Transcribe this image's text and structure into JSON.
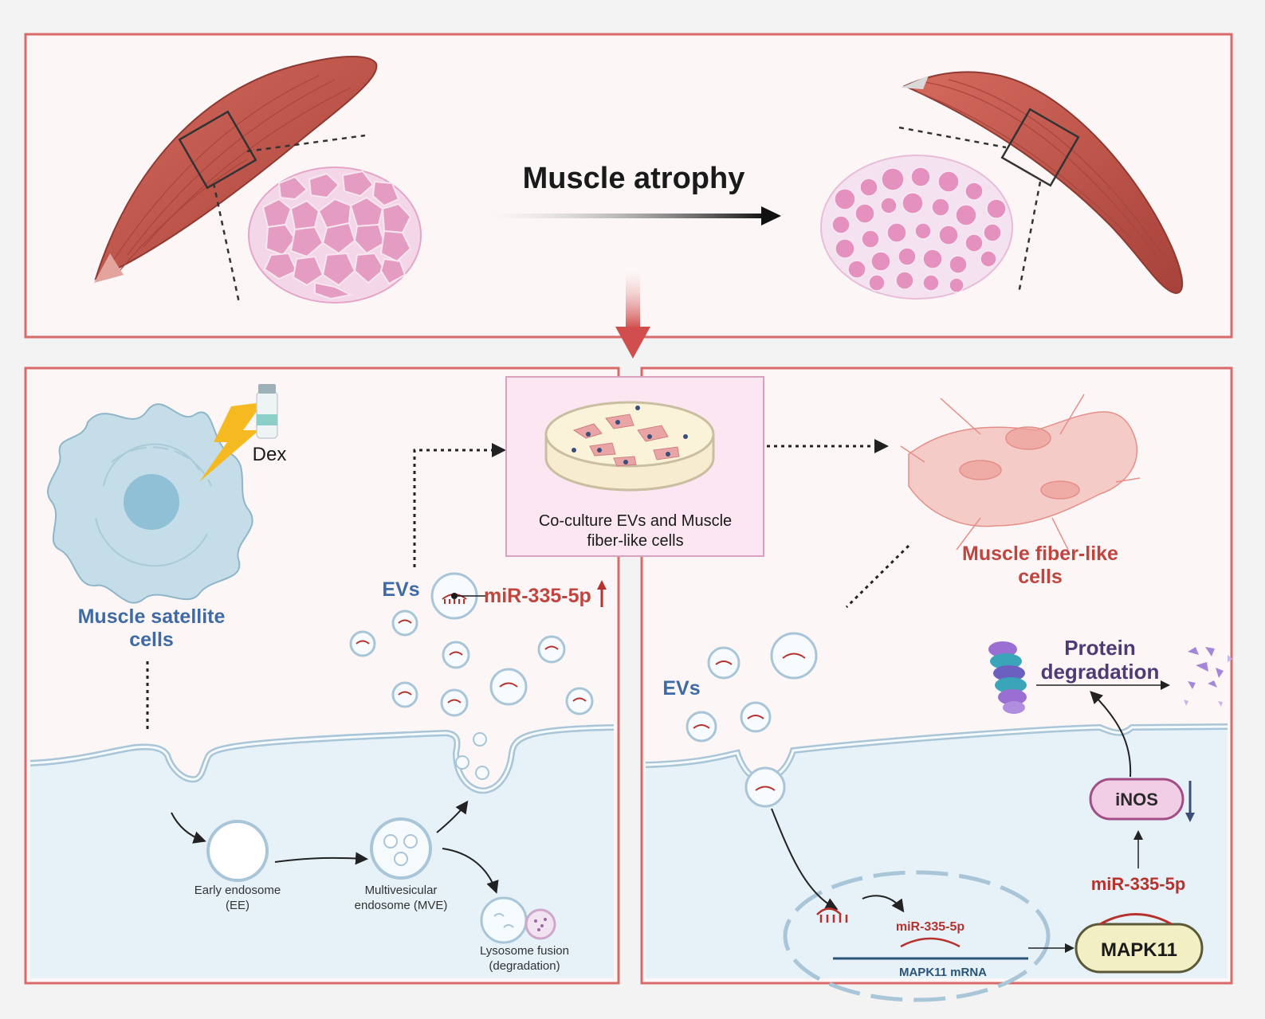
{
  "top_panel": {
    "title": "Muscle atrophy"
  },
  "left_panel": {
    "drug_label": "Dex",
    "cell_label_line1": "Muscle satellite",
    "cell_label_line2": "cells",
    "evs_label": "EVs",
    "mirna_label": "miR-335-5p",
    "early_endosome_line1": "Early endosome",
    "early_endosome_line2": "(EE)",
    "mve_line1": "Multivesicular",
    "mve_line2": "endosome (MVE)",
    "lysosome_line1": "Lysosome fusion",
    "lysosome_line2": "(degradation)"
  },
  "coculture_box": {
    "line1": "Co-culture EVs and Muscle",
    "line2": "fiber-like cells"
  },
  "right_panel": {
    "fiber_label_line1": "Muscle fiber-like",
    "fiber_label_line2": "cells",
    "evs_label": "EVs",
    "protein_line1": "Protein",
    "protein_line2": "degradation",
    "inos_label": "iNOS",
    "mirna_upper": "miR-335-5p",
    "mirna_lower": "miR-335-5p",
    "mapk11_label": "MAPK11",
    "mrna_label": "MAPK11 mRNA"
  },
  "colors": {
    "panel_border": "#d86a6a",
    "panel_fill": "#fcf7f6",
    "cytoplasm": "#e6f1f8",
    "membrane": "#a9c5d8",
    "muscle": "#c85a4f",
    "tissue": "#e9a2c6",
    "arrow_red": "#d14e4e",
    "blue_text": "#3f6aa3",
    "red_text": "#c0453f"
  }
}
